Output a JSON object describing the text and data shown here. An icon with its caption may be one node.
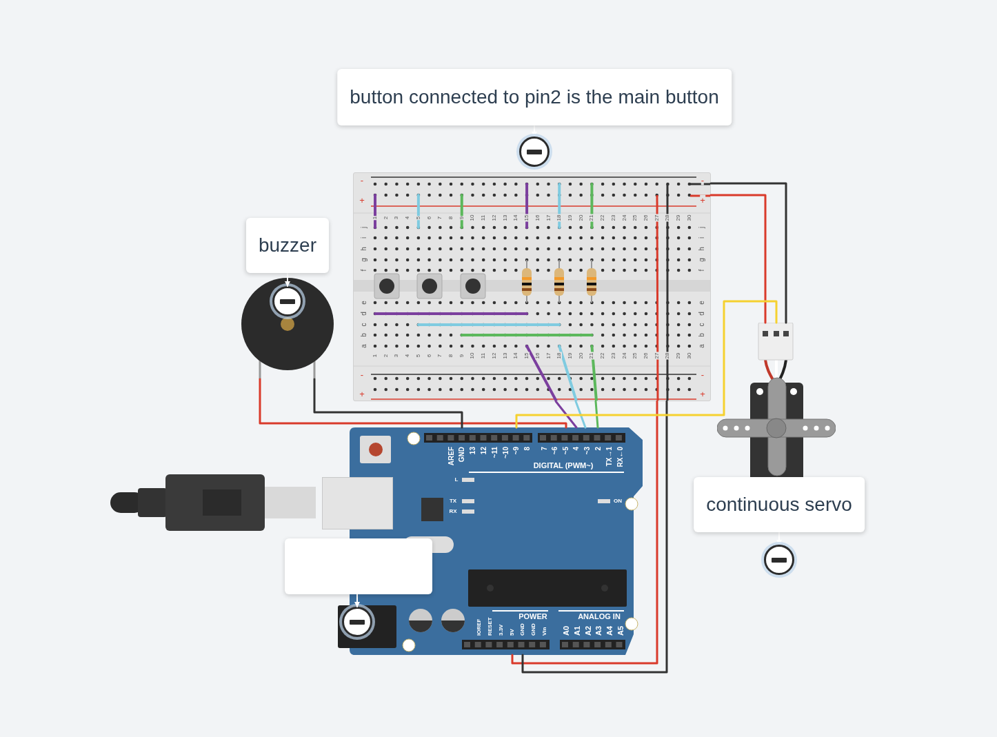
{
  "diagram": {
    "nodes": [
      {
        "text": [
          "button connected to pin2 is the main button"
        ]
      },
      {
        "text": [
          "buzzer"
        ]
      },
      {
        "text": [
          "continuous servo"
        ]
      },
      {
        "text": [],
        "shape": "box"
      },
      {
        "text": [],
        "shape": "picture"
      },
      {
        "text": [],
        "shape": "picture"
      },
      {
        "text": [],
        "shape": "picture"
      },
      {
        "text": [],
        "shape": "picture"
      },
      {
        "text": [],
        "shape": "picture"
      },
      {
        "text": [],
        "shape": "circle"
      },
      {
        "text": [],
        "shape": "circle",
        "in": 5
      },
      {
        "text": [],
        "shape": "circle"
      },
      {
        "text": [],
        "shape": "circle",
        "in": 6
      },
      {
        "text": [],
        "shape": "box"
      }
    ],
    "edges": [
      {
        "from": 5,
        "to": 6,
        "arrow": "none",
        "color": "#d93a2b"
      },
      {
        "from": 5,
        "to": 6,
        "arrow": "none",
        "color": "#333333"
      },
      {
        "from": 4,
        "to": 6,
        "arrow": "none",
        "color": "#7b3f9e"
      },
      {
        "from": 4,
        "to": 6,
        "arrow": "none",
        "color": "#7fcbe0"
      },
      {
        "from": 4,
        "to": 6,
        "arrow": "none",
        "color": "#5cb85c"
      },
      {
        "from": 6,
        "to": 4,
        "arrow": "none",
        "color": "#d93a2b"
      },
      {
        "from": 6,
        "to": 4,
        "arrow": "none",
        "color": "#333333"
      },
      {
        "from": 4,
        "to": 7,
        "arrow": "none",
        "color": "#333333"
      },
      {
        "from": 4,
        "to": 7,
        "arrow": "none",
        "color": "#d93a2b"
      },
      {
        "from": 7,
        "to": 6,
        "arrow": "none",
        "color": "#f5d130"
      },
      {
        "from": 0,
        "to": 9,
        "arrow": "to",
        "color": "#ffffff"
      },
      {
        "from": 1,
        "to": 10,
        "arrow": "to",
        "color": "#ffffff"
      },
      {
        "from": 2,
        "to": 11,
        "arrow": "to",
        "color": "#ffffff"
      },
      {
        "from": 3,
        "to": 12,
        "arrow": "to",
        "color": "#ffffff"
      }
    ],
    "labels": [
      "-",
      "+",
      "-",
      "+",
      "1",
      "2",
      "3",
      "4",
      "5",
      "6",
      "7",
      "8",
      "9",
      "10",
      "11",
      "12",
      "13",
      "14",
      "15",
      "16",
      "17",
      "18",
      "19",
      "20",
      "21",
      "22",
      "23",
      "24",
      "25",
      "26",
      "27",
      "28",
      "29",
      "30",
      "j",
      "i",
      "h",
      "g",
      "f",
      "e",
      "d",
      "c",
      "b",
      "a",
      "j",
      "i",
      "h",
      "g",
      "f",
      "e",
      "d",
      "c",
      "b",
      "a",
      "1",
      "2",
      "3",
      "4",
      "5",
      "6",
      "7",
      "8",
      "9",
      "10",
      "11",
      "12",
      "13",
      "14",
      "15",
      "16",
      "17",
      "18",
      "19",
      "20",
      "21",
      "22",
      "23",
      "24",
      "25",
      "26",
      "27",
      "28",
      "29",
      "30",
      "-",
      "+",
      "-",
      "+",
      "AREF",
      "GND",
      "13",
      "12",
      "~11",
      "~10",
      "~9",
      "8",
      "7",
      "~6",
      "~5",
      "4",
      "~3",
      "2",
      "TX→1",
      "RX←0",
      "DIGITAL (PWM~)",
      "L",
      "TX",
      "RX",
      "ON",
      "POWER",
      "ANALOG IN",
      "IOREF",
      "RESET",
      "3.3V",
      "5V",
      "GND",
      "GND",
      "Vin",
      "A0",
      "A1",
      "A2",
      "A3",
      "A4",
      "A5"
    ]
  }
}
